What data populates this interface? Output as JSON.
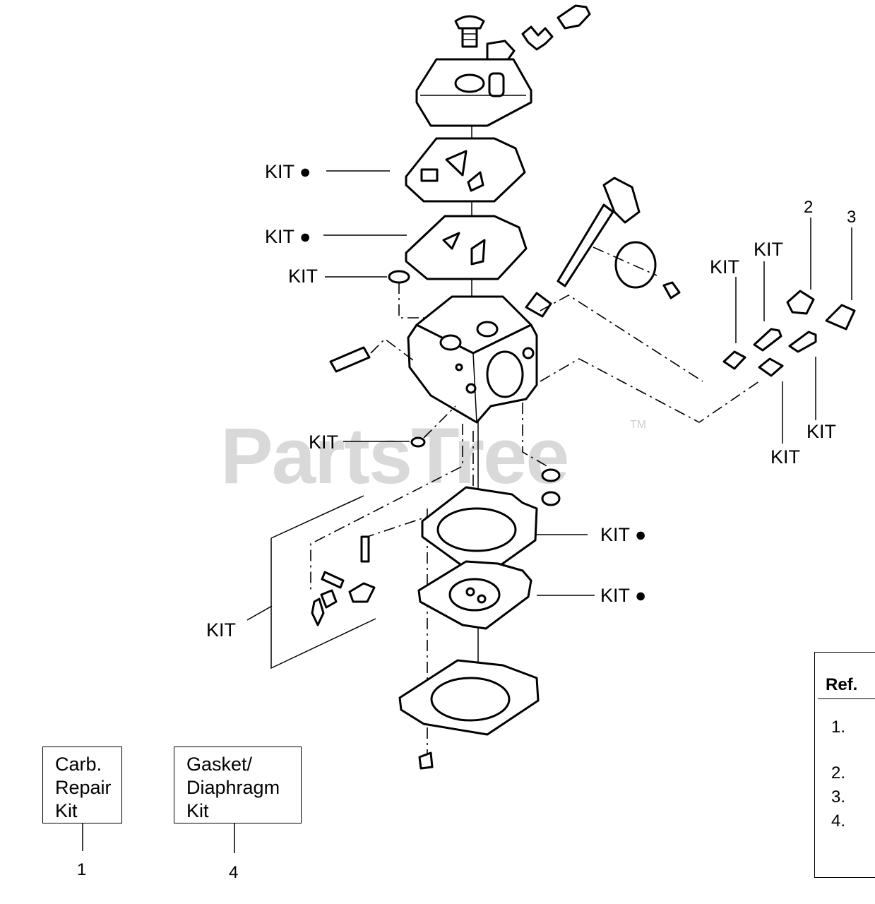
{
  "watermark": {
    "text": "PartsTree",
    "trademark": "TM"
  },
  "callouts": {
    "kit_dot_1": "KIT ●",
    "kit_dot_2": "KIT ●",
    "kit_dot_3": "KIT ●",
    "kit_dot_4": "KIT ●",
    "kit_filter": "KIT",
    "kit_valve": "KIT",
    "kit_needle_lever": "KIT",
    "kit_spring_a": "KIT",
    "kit_needle_a": "KIT",
    "kit_needle_b": "KIT",
    "kit_spring_b": "KIT",
    "ref_2": "2",
    "ref_3": "3"
  },
  "legend_boxes": [
    {
      "lines": [
        "Carb.",
        "Repair",
        "Kit"
      ],
      "ref": "1"
    },
    {
      "lines": [
        "Gasket/",
        "Diaphragm",
        "Kit"
      ],
      "ref": "4"
    }
  ],
  "ref_table": {
    "header": "Ref.",
    "rows": [
      "1.",
      "2.",
      "3.",
      "4."
    ]
  }
}
